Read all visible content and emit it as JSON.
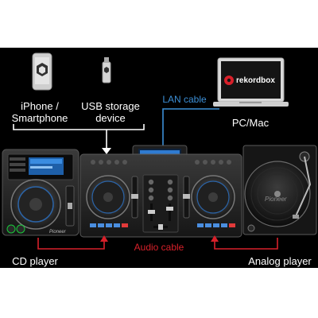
{
  "labels": {
    "phone_line1": "iPhone /",
    "phone_line2": "Smartphone",
    "usb_line1": "USB storage",
    "usb_line2": "device",
    "lan": "LAN cable",
    "pc": "PC/Mac",
    "cd": "CD player",
    "audio": "Audio cable",
    "analog": "Analog player",
    "rekordbox": "rekordbox",
    "pioneer": "Pioneer"
  },
  "colors": {
    "background": "#000000",
    "audio_cable": "#d8202a",
    "lan_cable": "#3c8fd6",
    "label_text": "#ffffff",
    "jog_ring": "#2b64a8",
    "pad_blue": "#4a8ee0",
    "pad_red": "#e23a3a"
  },
  "icons": {
    "phone": "smartphone-icon",
    "usb": "usb-stick-icon",
    "laptop": "laptop-icon",
    "rekordbox_logo": "rekordbox-logo"
  }
}
